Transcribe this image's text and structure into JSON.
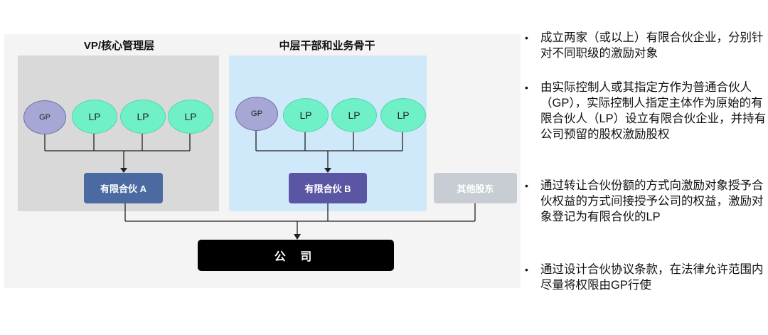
{
  "groups": {
    "a": {
      "title": "VP/核心管理层",
      "gp": "GP",
      "lp": [
        "LP",
        "LP",
        "LP"
      ],
      "partnership": "有限合伙 A"
    },
    "b": {
      "title": "中层干部和业务骨干",
      "gp": "GP",
      "lp": [
        "LP",
        "LP",
        "LP"
      ],
      "partnership": "有限合伙 B"
    }
  },
  "other_shareholders": "其他股东",
  "company": "公 司",
  "bullets": [
    "成立两家（或以上）有限合伙企业，分别针对不同职级的激励对象",
    "由实际控制人或其指定方作为普通合伙人（GP），实际控制人指定主体作为原始的有限合伙人（LP）设立有限合伙企业，并持有公司预留的股权激励股权",
    "通过转让合伙份额的方式向激励对象授予合伙权益的方式间接授予公司的权益，激励对象登记为有限合伙的LP",
    "通过设计合伙协议条款，在法律允许范围内尽量将权限由GP行使"
  ],
  "bullet_marker": "•"
}
